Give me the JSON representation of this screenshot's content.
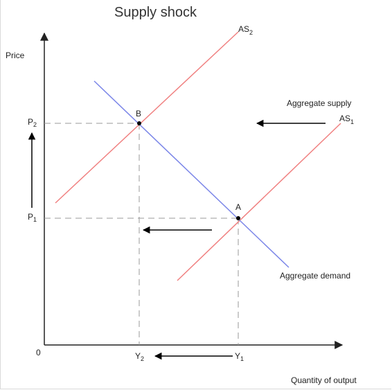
{
  "title": "Supply shock",
  "axes": {
    "y_label": "Price",
    "x_label": "Quantity of output",
    "origin": "0"
  },
  "ticks": {
    "p2": {
      "base": "P",
      "sub": "2"
    },
    "p1": {
      "base": "P",
      "sub": "1"
    },
    "y2": {
      "base": "Y",
      "sub": "2"
    },
    "y1": {
      "base": "Y",
      "sub": "1"
    }
  },
  "curves": {
    "as2": {
      "base": "AS",
      "sub": "2",
      "color": "#f08080"
    },
    "as1": {
      "base": "AS",
      "sub": "1",
      "label": "Aggregate supply",
      "color": "#f08080"
    },
    "ad": {
      "label": "Aggregate demand",
      "color": "#7b86e8"
    }
  },
  "points": {
    "a": "A",
    "b": "B"
  },
  "colors": {
    "axis": "#222222",
    "guide": "#999999",
    "arrow": "#000000"
  }
}
